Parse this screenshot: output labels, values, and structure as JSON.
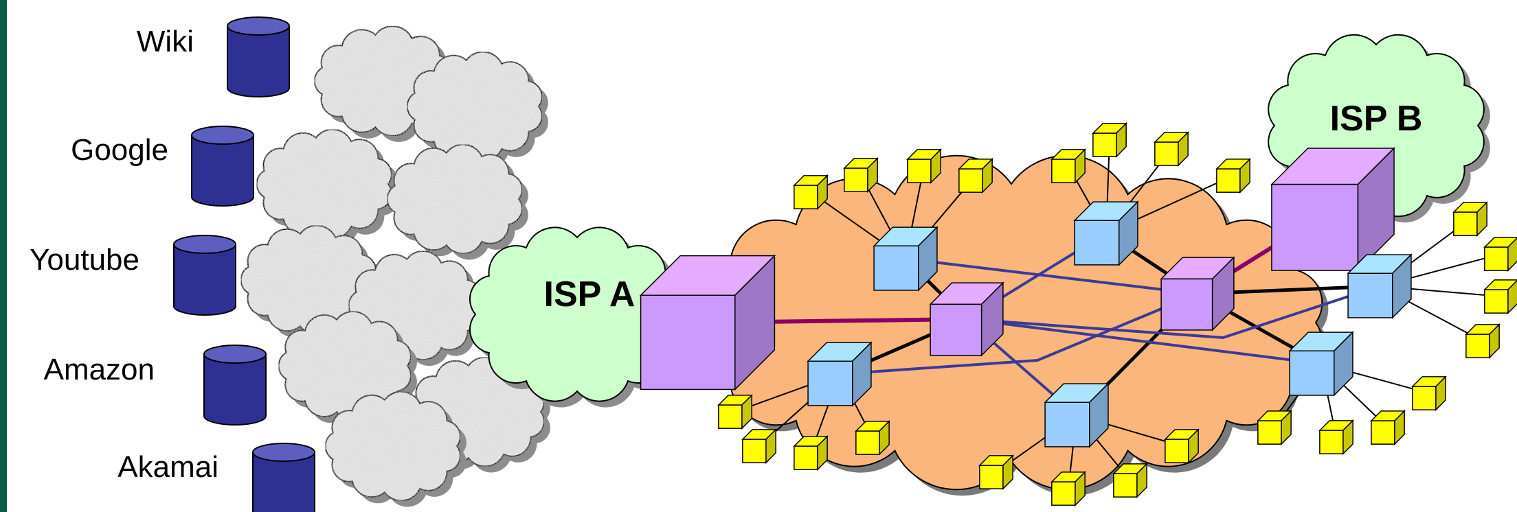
{
  "services": [
    {
      "id": "wiki",
      "label": "Wiki"
    },
    {
      "id": "google",
      "label": "Google"
    },
    {
      "id": "youtube",
      "label": "Youtube"
    },
    {
      "id": "amazon",
      "label": "Amazon"
    },
    {
      "id": "akamai",
      "label": "Akamai"
    }
  ],
  "isp_a": {
    "label": "ISP A"
  },
  "isp_b": {
    "label": "ISP B"
  },
  "colors": {
    "accent_bar": "#0a5c4a",
    "db_fill": "#2e3192",
    "gray_cloud": "#e6e6e6",
    "isp_cloud": "#ccffcc",
    "core_cloud": "#fbb77b",
    "router_node": "#99ccff",
    "border_router": "#cc99ff",
    "host": "#ffff00",
    "blue_link": "#3a3a9a",
    "purple_link": "#880066",
    "black_link": "#000000"
  }
}
